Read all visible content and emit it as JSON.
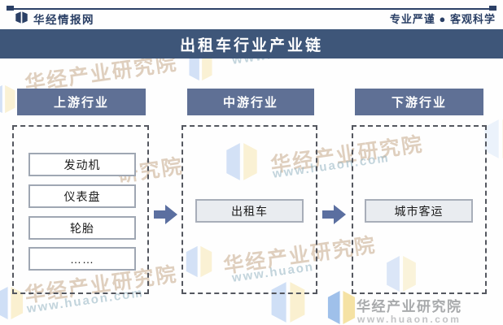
{
  "page": {
    "brand": "华经情报网",
    "slogan": "专业严谨 ● 客观科学",
    "title": "出租车行业产业链"
  },
  "diagram": {
    "columns": [
      {
        "header": "上游行业",
        "items": [
          "发动机",
          "仪表盘",
          "轮胎",
          "……"
        ]
      },
      {
        "header": "中游行业",
        "items": [
          "出租车"
        ]
      },
      {
        "header": "下游行业",
        "items": [
          "城市客运"
        ]
      }
    ]
  },
  "footer": {
    "brand": "华经产业研究院",
    "url": "www.huaon.com"
  },
  "watermark": {
    "brand": "华经产业研究院",
    "brand_fragment": "研究院",
    "url": "www.huaon.com",
    "url_short": "www.huaon"
  },
  "colors": {
    "navy": "#2b4066",
    "title_bar_bg": "#3e5679",
    "column_header_bg": "#5f7095",
    "arrow": "#5b6fa0",
    "logo_blue": "#9fc0ea",
    "logo_yellow": "#f5e2a4",
    "item_fill": "#e9ecf0",
    "dashed_border": "#54575f"
  }
}
